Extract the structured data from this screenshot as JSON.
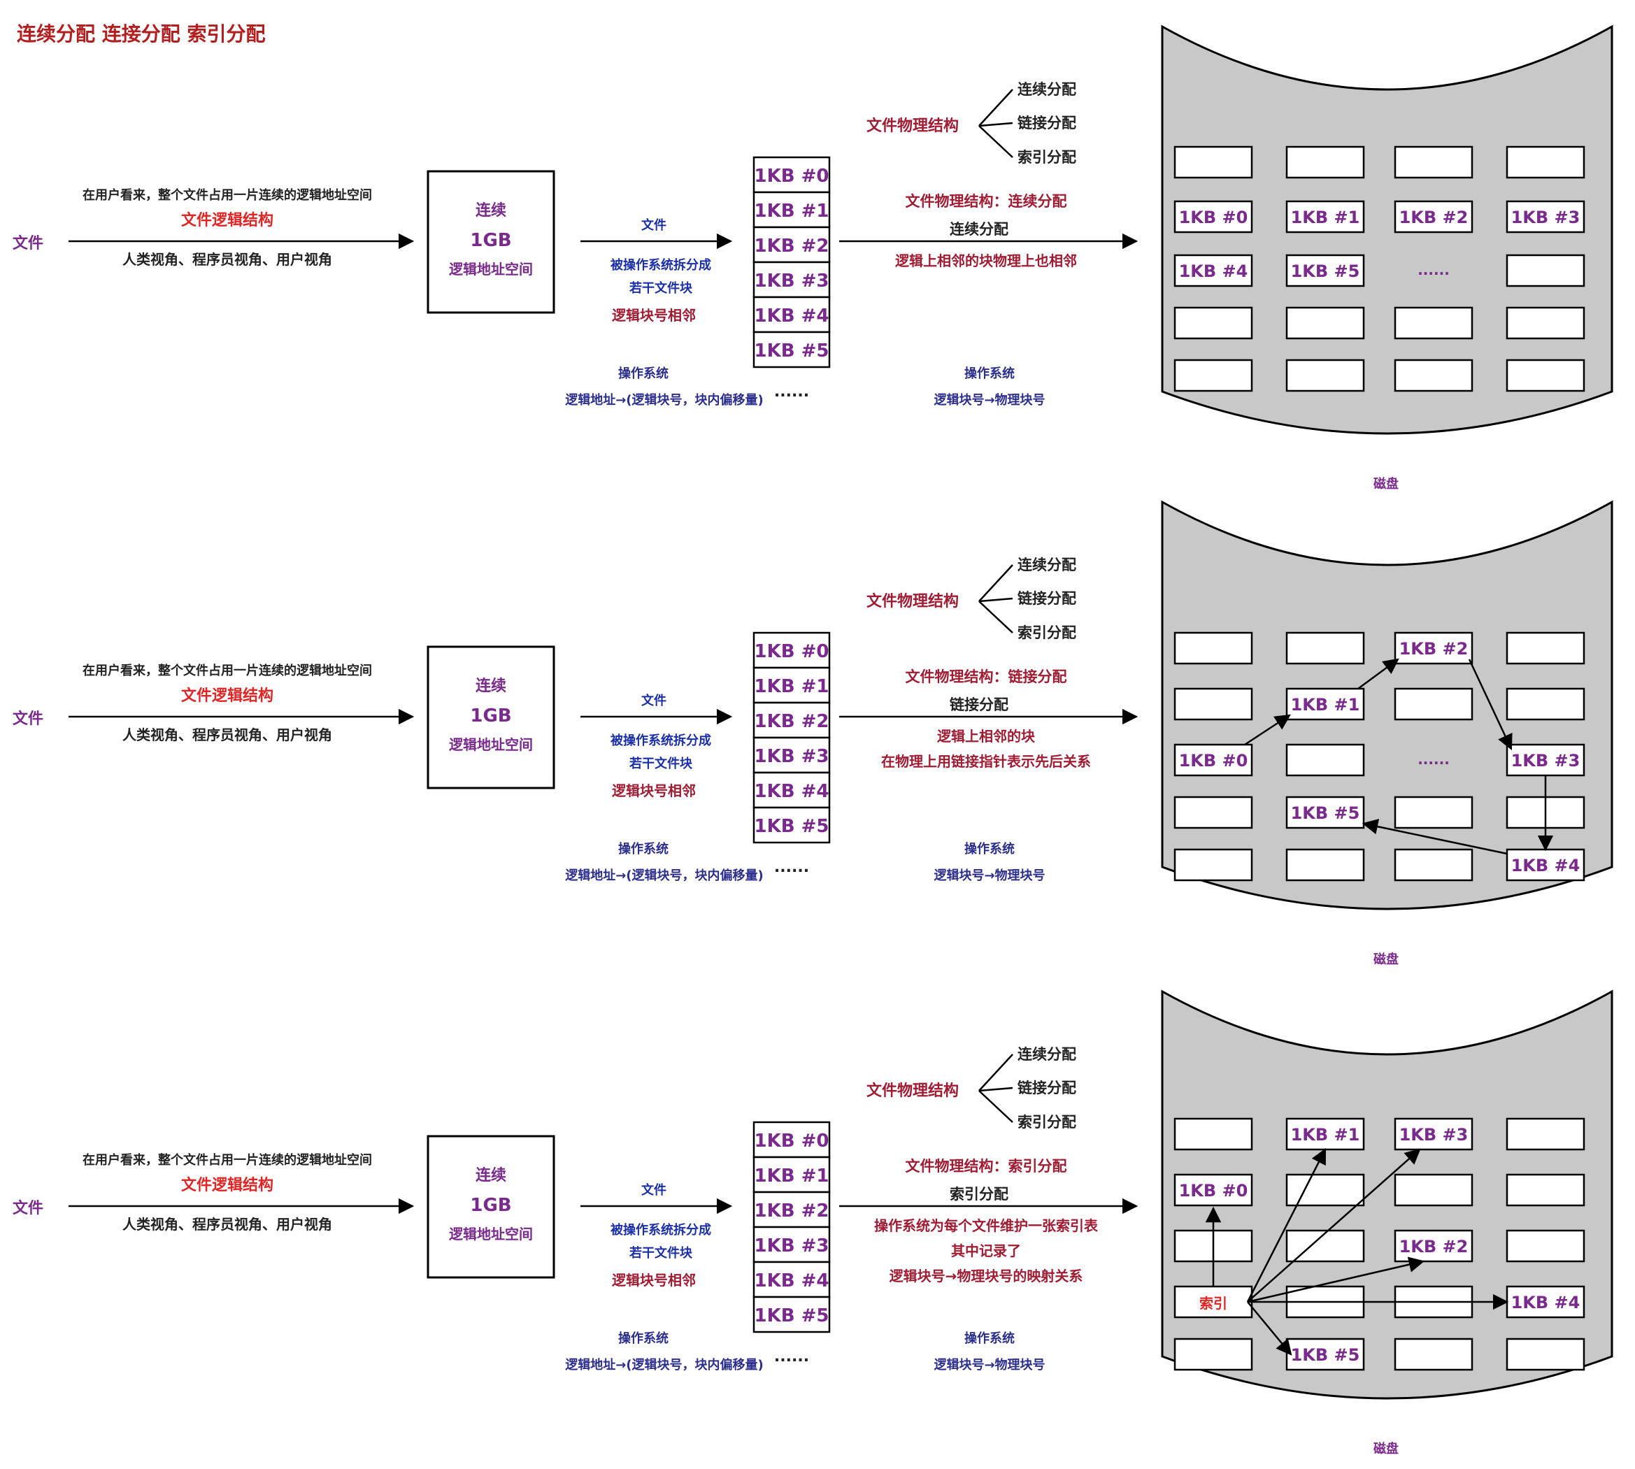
{
  "title": "连续分配  连接分配  索引分配",
  "colors": {
    "title": "#b31e1e",
    "purple": "#7a2a8c",
    "red": "#e02525",
    "maroon": "#a01c33",
    "blue": "#1a2fa8",
    "navy": "#2b2e8c",
    "disk": "#c8c8c8"
  },
  "common": {
    "file": "文件",
    "user_view_top": "在用户看来，整个文件占用一片连续的逻辑地址空间",
    "logical_structure": "文件逻辑结构",
    "views": "人类视角、程序员视角、用户视角",
    "addr_space_title": "连续",
    "addr_space_size": "1GB",
    "addr_space_label": "逻辑地址空间",
    "split_file": "文件",
    "split_line1": "被操作系统拆分成",
    "split_line2": "若干文件块",
    "adjacent": "逻辑块号相邻",
    "os_label": "操作系统",
    "logical_addr_map": "逻辑地址→(逻辑块号，块内偏移量)",
    "block_map": "逻辑块号→物理块号",
    "phys_struct": "文件物理结构",
    "branches": [
      "连续分配",
      "链接分配",
      "索引分配"
    ],
    "blocks": [
      "1KB #0",
      "1KB #1",
      "1KB #2",
      "1KB #3",
      "1KB #4",
      "1KB #5"
    ],
    "more": "......",
    "disk_label": "磁盘"
  },
  "sections": [
    {
      "name": "contiguous",
      "phys_heading": "文件物理结构：连续分配",
      "alloc_label": "连续分配",
      "desc": [
        "逻辑上相邻的块物理上也相邻"
      ],
      "disk_cells": [
        [
          "",
          "",
          "",
          ""
        ],
        [
          "1KB #0",
          "1KB #1",
          "1KB #2",
          "1KB #3"
        ],
        [
          "1KB #4",
          "1KB #5",
          "......",
          ""
        ],
        [
          "",
          "",
          "",
          ""
        ],
        [
          "",
          "",
          "",
          ""
        ]
      ]
    },
    {
      "name": "linked",
      "phys_heading": "文件物理结构：链接分配",
      "alloc_label": "链接分配",
      "desc": [
        "逻辑上相邻的块",
        "在物理上用链接指针表示先后关系"
      ],
      "disk_cells": [
        [
          "",
          "",
          "1KB #2",
          ""
        ],
        [
          "",
          "1KB #1",
          "",
          ""
        ],
        [
          "1KB #0",
          "",
          "......",
          "1KB #3"
        ],
        [
          "",
          "1KB #5",
          "",
          ""
        ],
        [
          "",
          "",
          "",
          "1KB #4"
        ]
      ]
    },
    {
      "name": "indexed",
      "phys_heading": "文件物理结构：索引分配",
      "alloc_label": "索引分配",
      "desc": [
        "操作系统为每个文件维护一张索引表",
        "其中记录了",
        "逻辑块号→物理块号的映射关系"
      ],
      "index_label": "索引",
      "disk_cells": [
        [
          "",
          "1KB #1",
          "1KB #3",
          ""
        ],
        [
          "1KB #0",
          "",
          "",
          ""
        ],
        [
          "",
          "",
          "1KB #2",
          ""
        ],
        [
          "索引",
          "",
          "",
          "1KB #4"
        ],
        [
          "",
          "1KB #5",
          "",
          ""
        ]
      ]
    }
  ]
}
